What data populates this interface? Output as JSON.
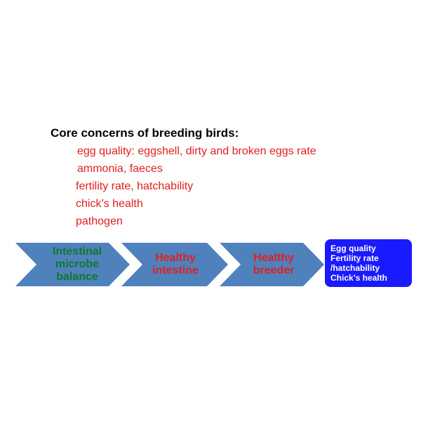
{
  "title": "Core concerns of breeding birds:",
  "concerns": [
    "egg quality: eggshell, dirty and broken eggs rate",
    "ammonia, faeces",
    "fertility rate, hatchability",
    "chick’s health",
    "pathogen"
  ],
  "flow": {
    "steps": [
      {
        "label": "Intestinal\nmicrobe\nbalance",
        "color": "#0f7a2a"
      },
      {
        "label": "Healthy\nintestine",
        "color": "#e0201f"
      },
      {
        "label": "Healthy\nbreeder",
        "color": "#e0201f"
      }
    ],
    "chevron_color": "#4f81bd",
    "result": {
      "lines": [
        "Egg quality",
        "Fertility rate",
        "/hatchability",
        "Chick’s health"
      ],
      "color": "#1a1aff"
    }
  }
}
